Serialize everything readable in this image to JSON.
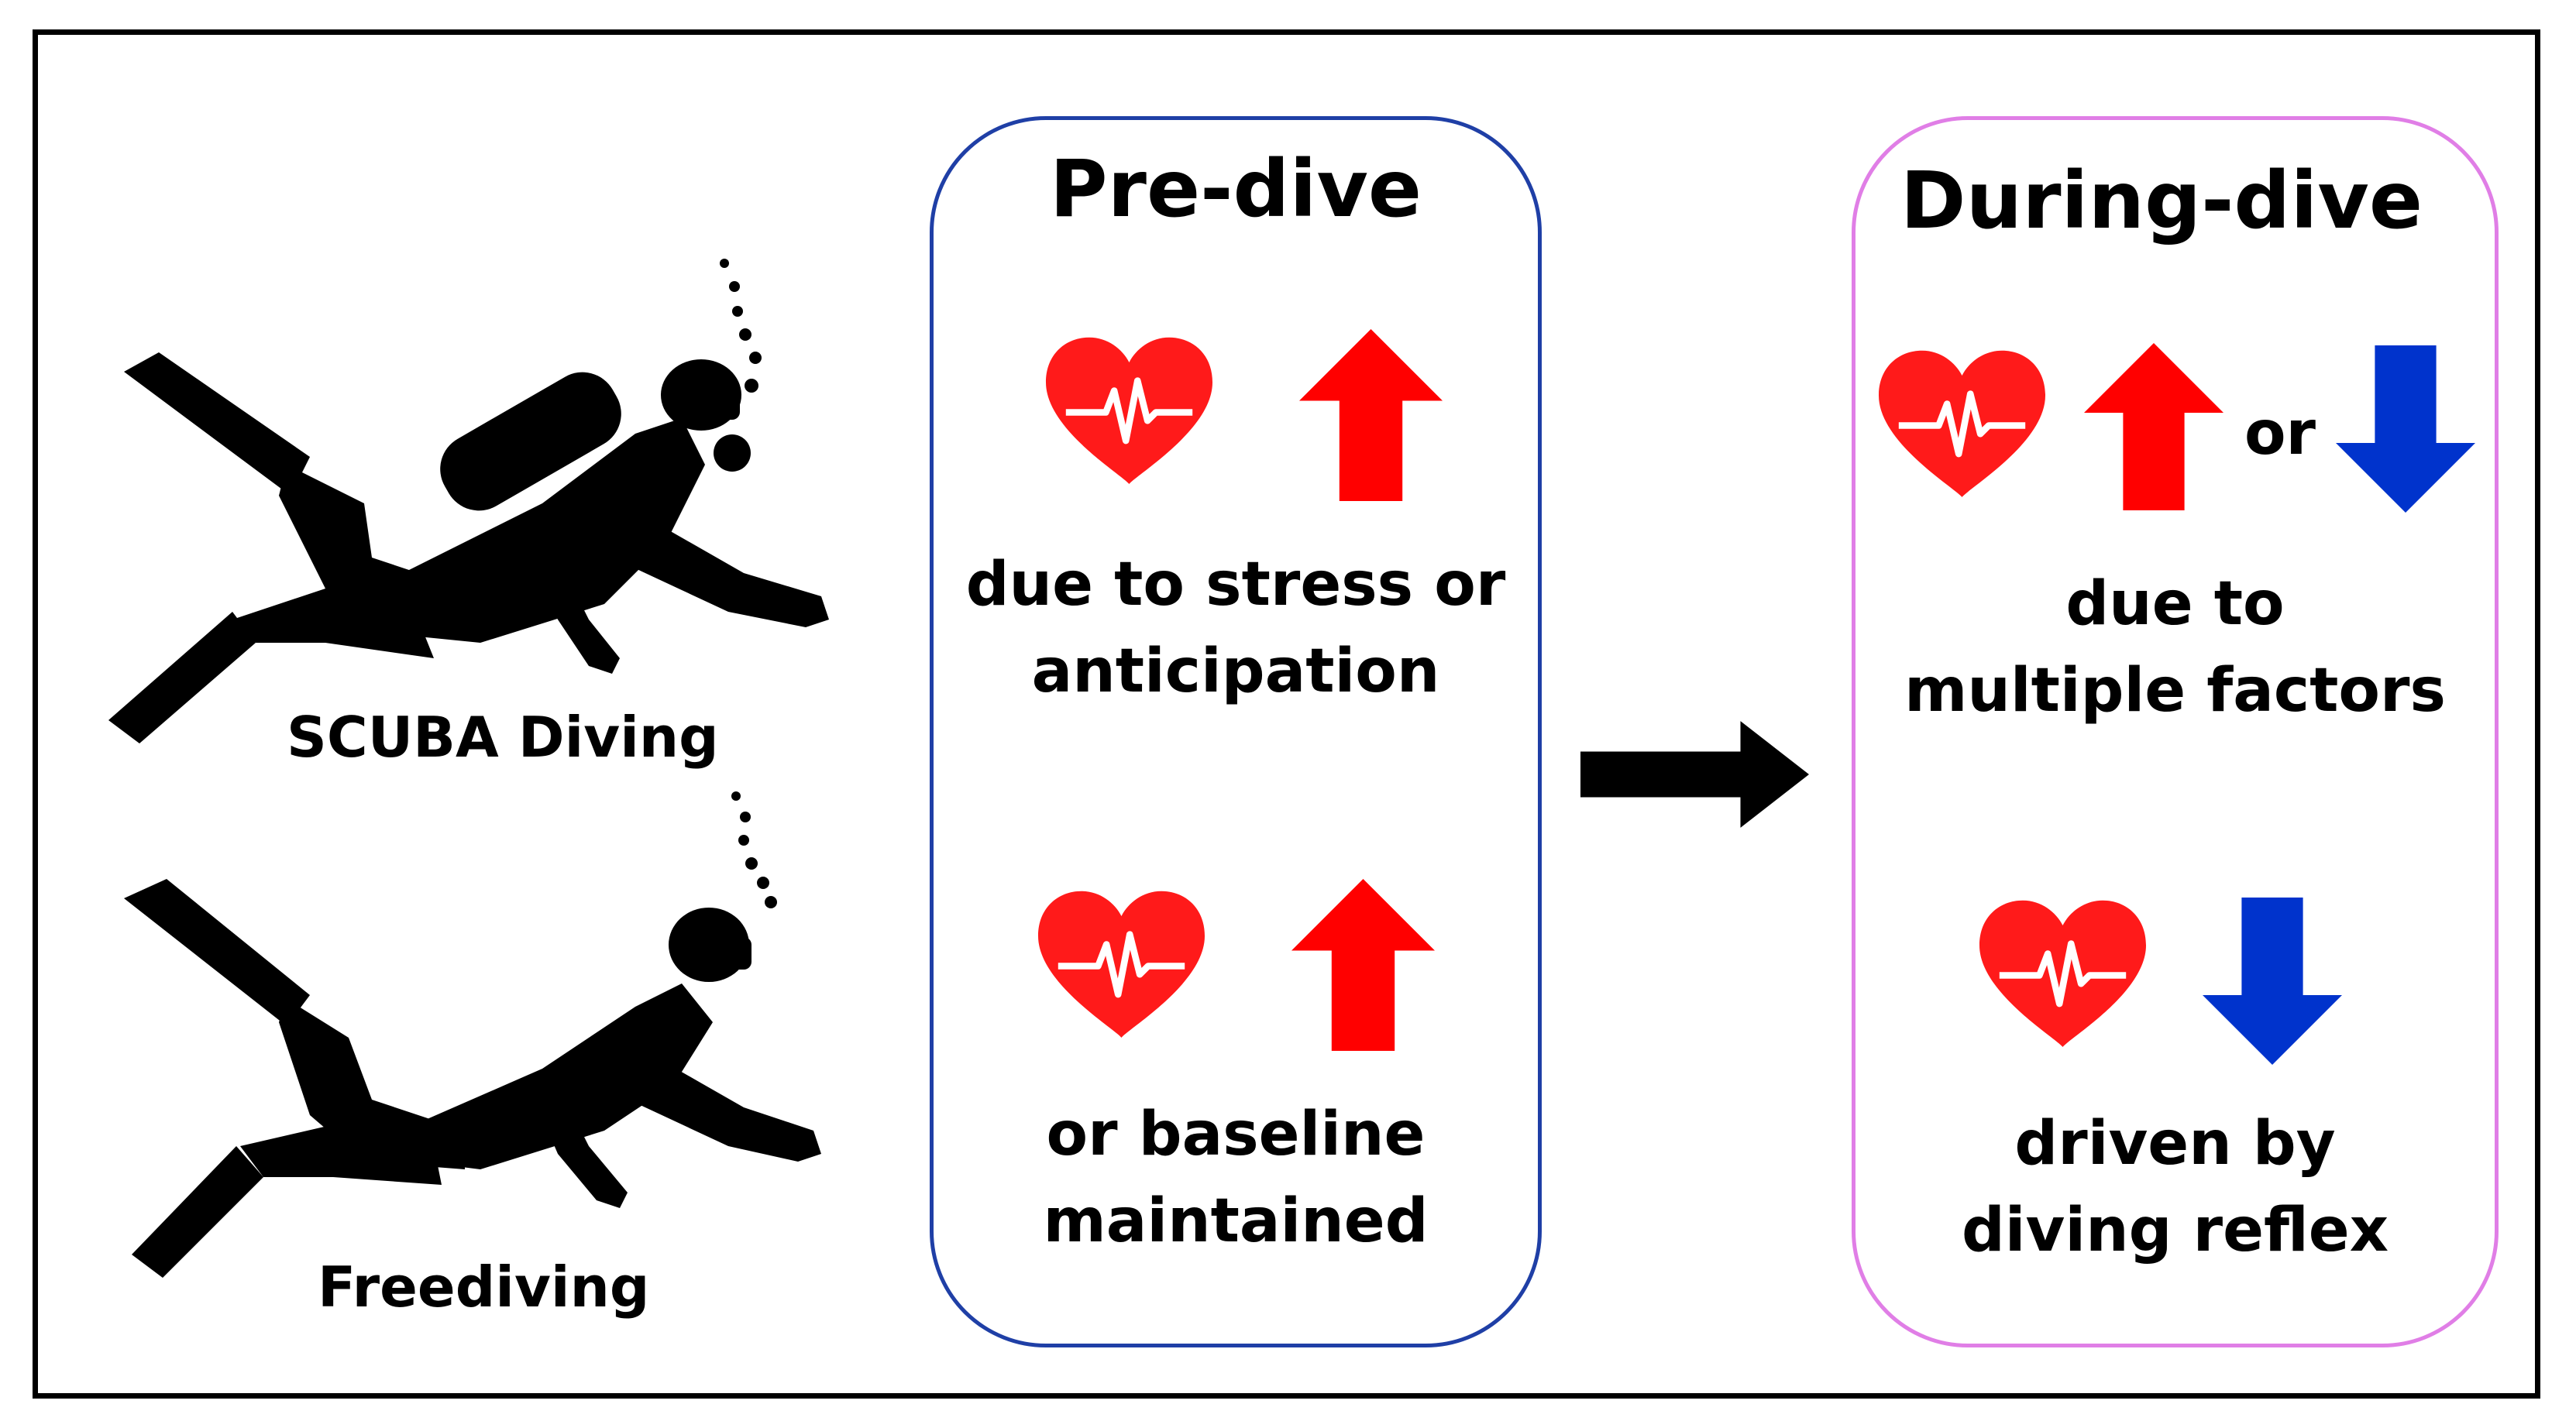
{
  "colors": {
    "heart": "#ff1a1a",
    "arrow_up": "#ff0000",
    "arrow_down": "#0033cc",
    "predive_border": "#1f3fa6",
    "duringdive_border": "#e07ee6",
    "ink": "#000000"
  },
  "left": {
    "scuba_label": "SCUBA Diving",
    "free_label": "Freediving"
  },
  "predive": {
    "title": "Pre-dive",
    "row1_text": [
      "due to stress or",
      "anticipation"
    ],
    "row2_text": [
      "or baseline",
      "maintained"
    ]
  },
  "duringdive": {
    "title": "During-dive",
    "or_label": "or",
    "row1_text": [
      "due to",
      "multiple factors"
    ],
    "row2_text": [
      "driven by",
      "diving reflex"
    ]
  },
  "icons": {
    "heart": "heart-pulse-icon",
    "up": "arrow-up-icon",
    "down": "arrow-down-icon",
    "flow": "arrow-right-icon",
    "scuba": "scuba-diver-icon",
    "free": "freediver-icon"
  }
}
